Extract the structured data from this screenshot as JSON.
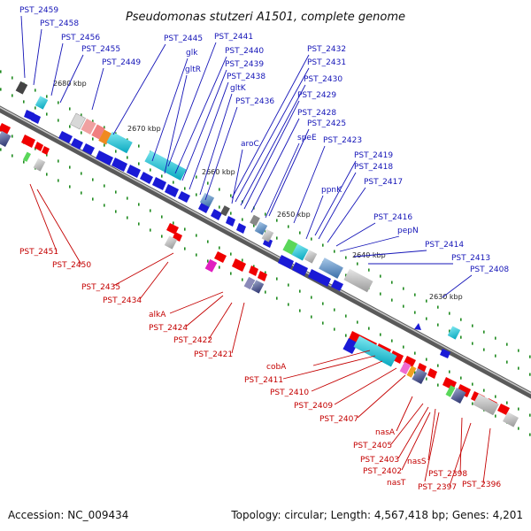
{
  "title": "Pseudomonas stutzeri A1501, complete genome",
  "footer": {
    "accession": "Accession: NC_009434",
    "summary": "Topology: circular; Length: 4,567,418 bp; Genes: 4,201"
  },
  "scale_ticks": [
    "2680 kbp",
    "2670 kbp",
    "2660 kbp",
    "2650 kbp",
    "2640 kbp",
    "2630 kbp"
  ],
  "top_labels": [
    "PST_2459",
    "PST_2458",
    "PST_2456",
    "PST_2455",
    "PST_2449",
    "PST_2445",
    "glk",
    "gltR",
    "PST_2441",
    "PST_2440",
    "PST_2439",
    "PST_2438",
    "gltK",
    "PST_2436",
    "aroC",
    "PST_2432",
    "PST_2431",
    "PST_2430",
    "PST_2429",
    "speE",
    "PST_2428",
    "PST_2425",
    "PST_2423",
    "ppnK",
    "PST_2419",
    "PST_2418",
    "PST_2417",
    "PST_2416",
    "pepN",
    "PST_2414",
    "PST_2413",
    "PST_2408"
  ],
  "bottom_labels": [
    "PST_2451",
    "PST_2450",
    "PST_2435",
    "PST_2434",
    "alkA",
    "PST_2424",
    "PST_2422",
    "PST_2421",
    "cobA",
    "PST_2411",
    "PST_2410",
    "PST_2409",
    "PST_2407",
    "nasA",
    "PST_2405",
    "PST_2403",
    "nasS",
    "PST_2402",
    "nasT",
    "PST_2398",
    "PST_2397",
    "PST_2396"
  ],
  "colors": {
    "top_strand": "#1515b8",
    "bottom_strand": "#c40000",
    "genome_bar": "#7a7a7a",
    "marker_green": "#1f8a1f"
  }
}
